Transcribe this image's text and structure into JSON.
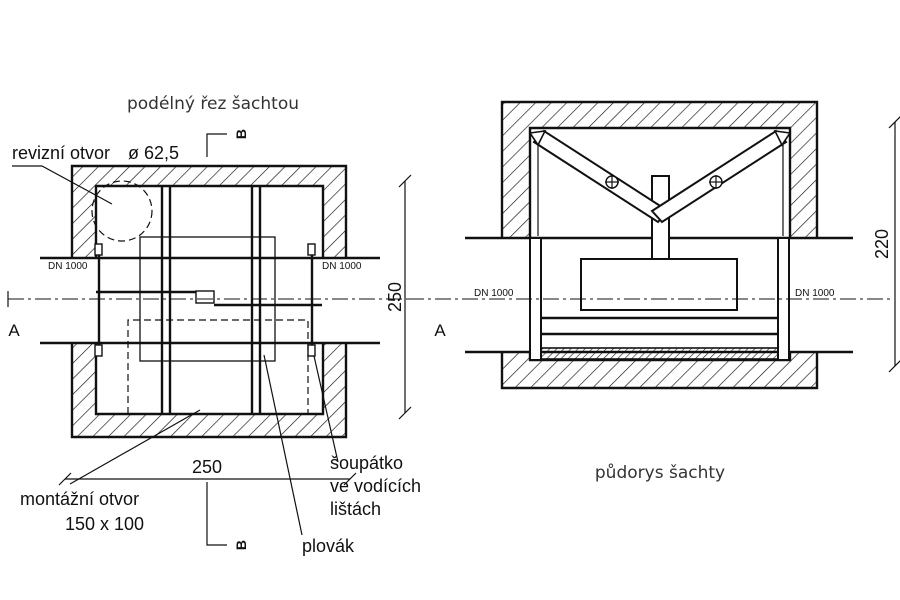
{
  "left_view": {
    "caption": "podélný řez šachtou",
    "label_revizni": "revizní otvor",
    "label_revizni_dim": "ø 62,5",
    "dn_left": "DN 1000",
    "dn_right": "DN 1000",
    "dim_height": "250",
    "dim_width": "250",
    "section_a": "A",
    "section_b_top": "B",
    "section_b_bottom": "B",
    "label_montazni_1": "montážní otvor",
    "label_montazni_2": "150 x 100",
    "label_soupatko_1": "šoupátko",
    "label_soupatko_2": "ve vodících",
    "label_soupatko_3": "lištách",
    "label_plovak": "plovák"
  },
  "right_view": {
    "caption": "půdorys šachty",
    "dn_left": "DN 1000",
    "dn_right": "DN 1000",
    "dim_height": "220",
    "section_a": "A"
  }
}
